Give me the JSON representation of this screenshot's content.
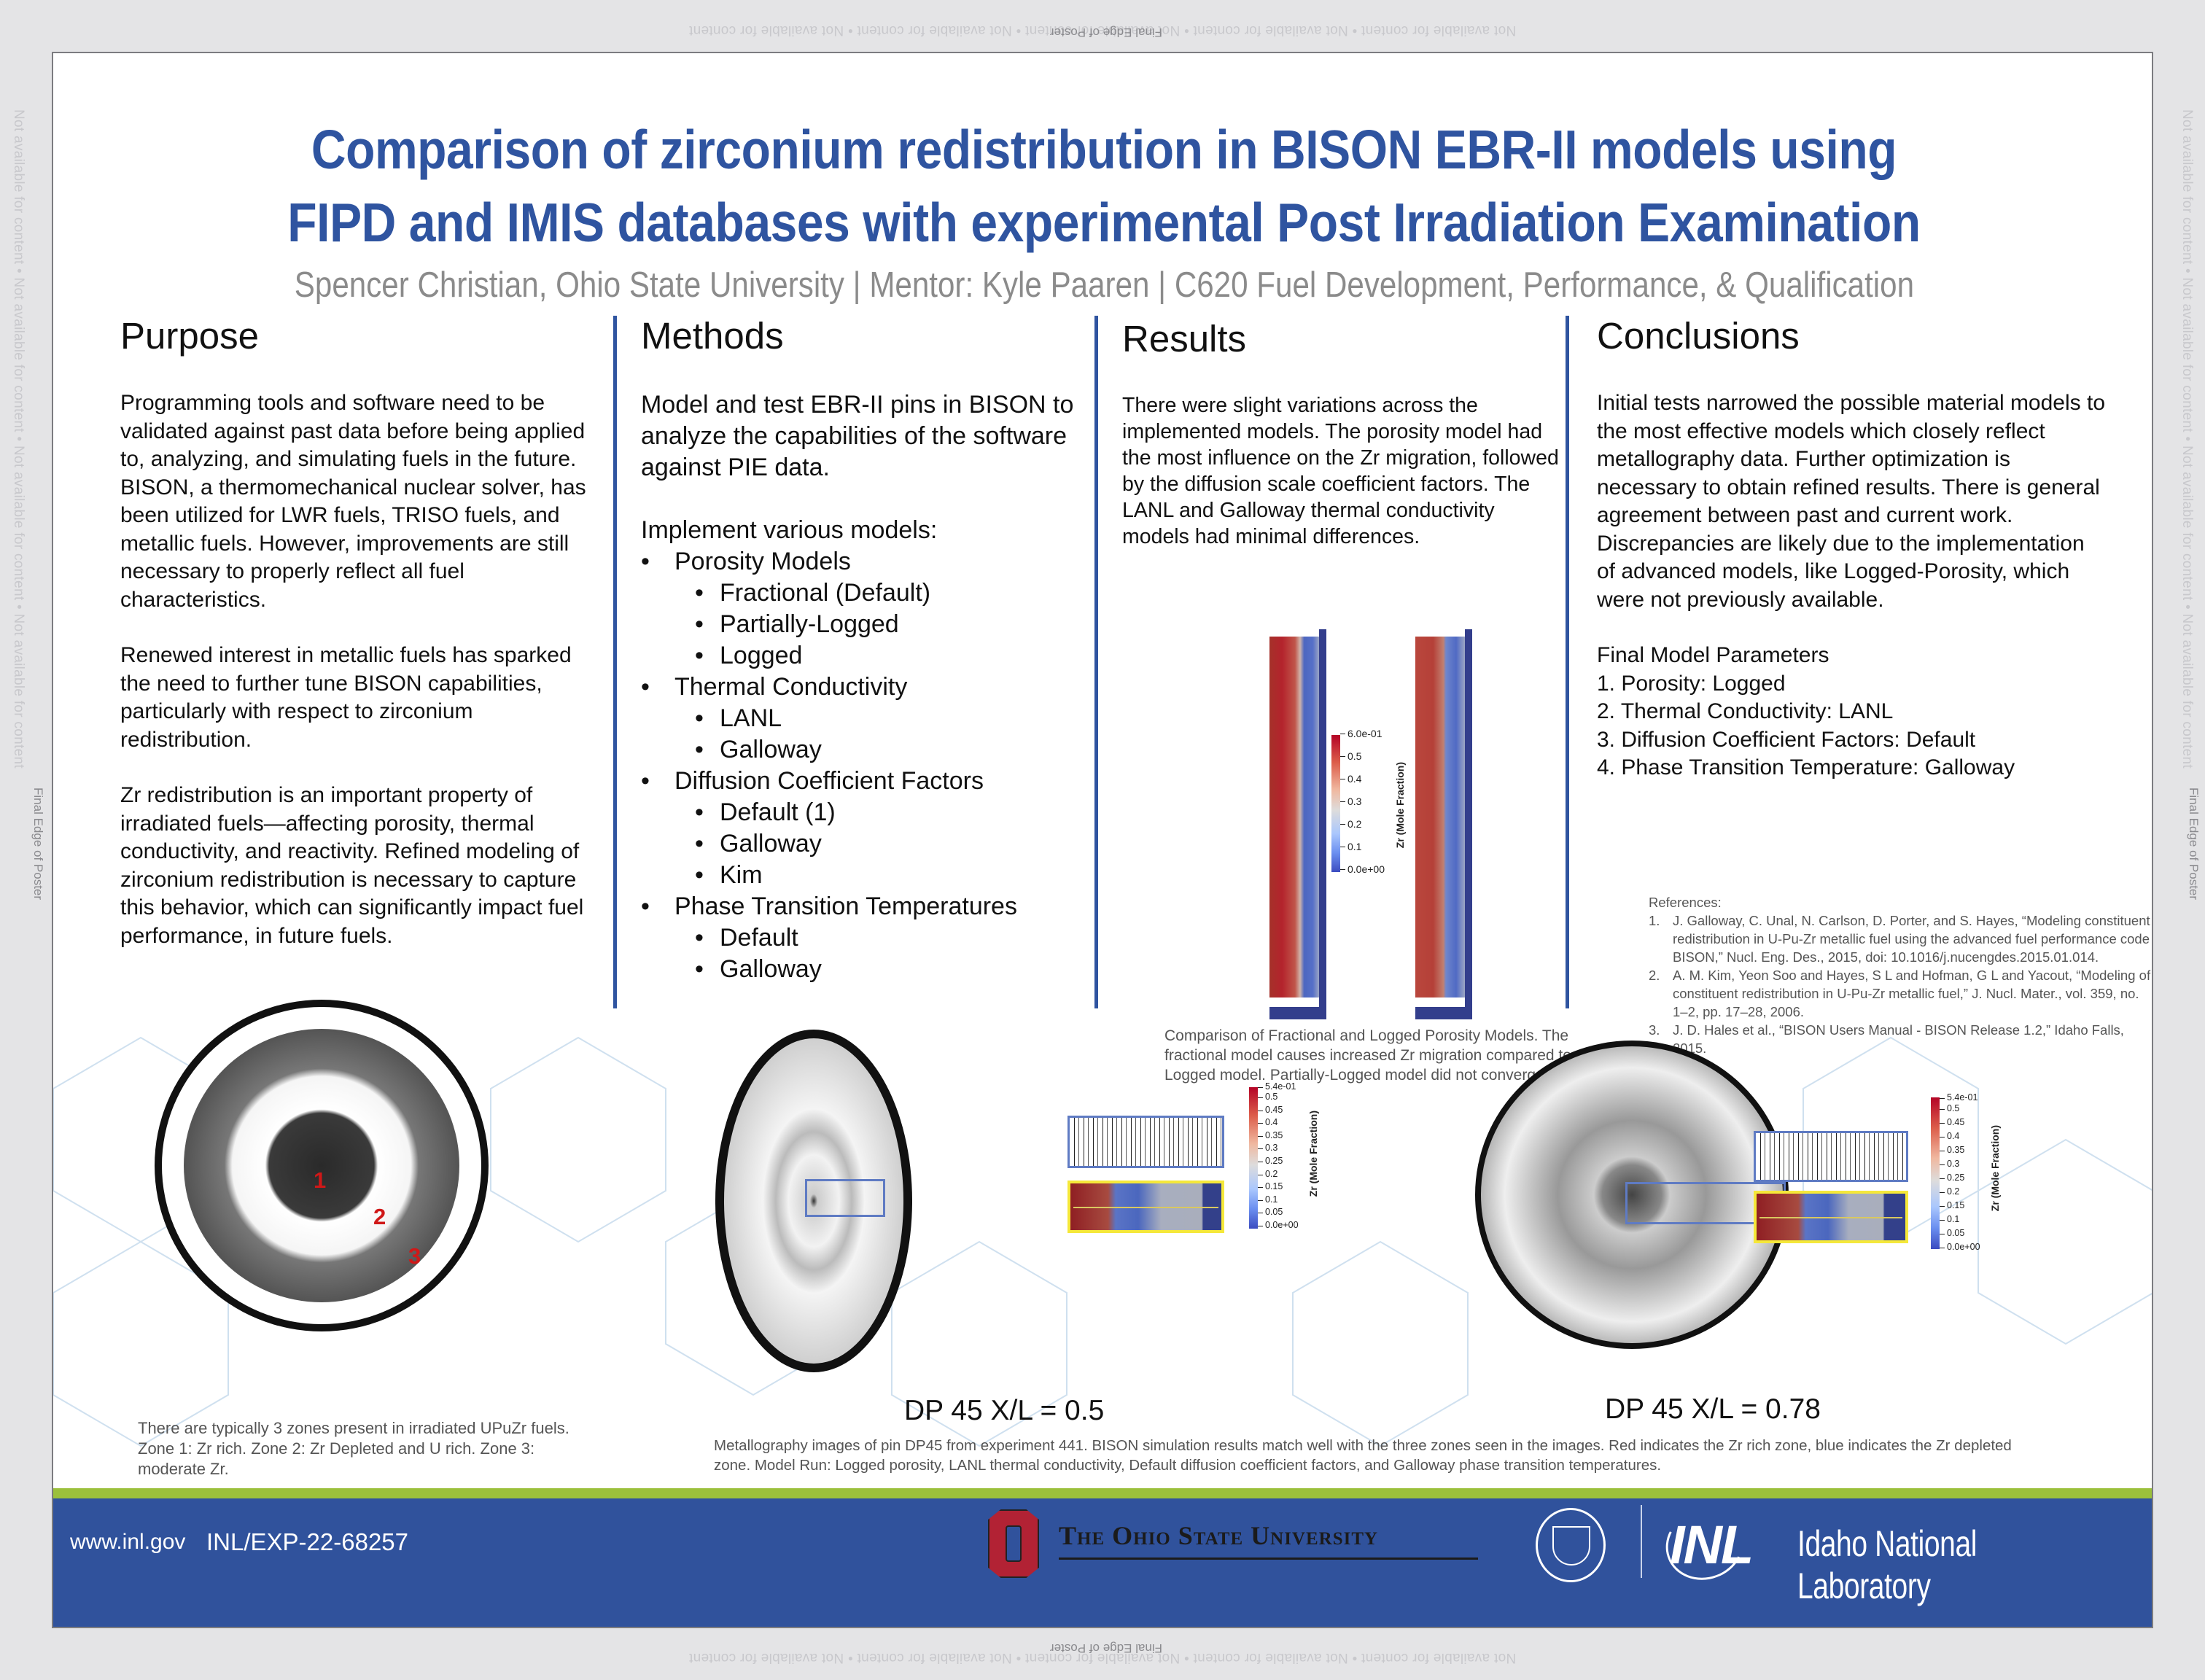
{
  "margins": {
    "restricted_text": "Not available for content  •  Not available for content  •  Not available for content  •  Not available for content  •  Not available for content",
    "restricted_text_side": "Not available for content  •  Not available for content  •  Not available for content  •  Not available for content",
    "edge_label": "Final Edge of Poster"
  },
  "header": {
    "title_line1": "Comparison of zirconium redistribution in BISON EBR-II models using",
    "title_line2": "FIPD and IMIS databases with experimental Post Irradiation Examination",
    "authors": "Spencer Christian, Ohio State University | Mentor: Kyle Paaren | C620 Fuel Development, Performance, & Qualification"
  },
  "purpose": {
    "heading": "Purpose",
    "paragraphs": [
      "Programming tools and software need to be validated against past data before being applied to, analyzing, and simulating fuels in the future. BISON, a thermomechanical nuclear solver, has been utilized for LWR fuels, TRISO fuels, and metallic fuels. However, improvements are still necessary to properly reflect all fuel characteristics.",
      "Renewed interest in metallic fuels has sparked the need to further tune BISON capabilities, particularly with respect to zirconium redistribution.",
      "Zr redistribution is an important property of irradiated fuels—affecting porosity, thermal conductivity, and reactivity. Refined modeling of zirconium redistribution is necessary to capture this behavior, which can significantly impact fuel performance, in future fuels."
    ]
  },
  "methods": {
    "heading": "Methods",
    "intro": "Model and test EBR-II pins in BISON to analyze the capabilities of the software against PIE data.",
    "list_title": "Implement various models:",
    "items": [
      {
        "level": 1,
        "label": "Porosity Models"
      },
      {
        "level": 2,
        "label": "Fractional (Default)"
      },
      {
        "level": 2,
        "label": "Partially-Logged"
      },
      {
        "level": 2,
        "label": "Logged"
      },
      {
        "level": 1,
        "label": "Thermal Conductivity"
      },
      {
        "level": 2,
        "label": "LANL"
      },
      {
        "level": 2,
        "label": "Galloway"
      },
      {
        "level": 1,
        "label": "Diffusion Coefficient Factors"
      },
      {
        "level": 2,
        "label": "Default (1)"
      },
      {
        "level": 2,
        "label": "Galloway"
      },
      {
        "level": 2,
        "label": "Kim"
      },
      {
        "level": 1,
        "label": "Phase Transition Temperatures"
      },
      {
        "level": 2,
        "label": "Default"
      },
      {
        "level": 2,
        "label": "Galloway"
      }
    ]
  },
  "results": {
    "heading": "Results",
    "text": "There were slight variations across the implemented models. The porosity model had the most influence on the Zr migration, followed by the diffusion scale coefficient factors. The LANL and Galloway thermal conductivity models had minimal differences.",
    "figure": {
      "colorbar_title": "Zr (Mole Fraction)",
      "colorbar_ticks": [
        "6.0e-01",
        "0.5",
        "0.4",
        "0.3",
        "0.2",
        "0.1",
        "0.0e+00"
      ],
      "caption": "Comparison of Fractional and Logged Porosity Models. The fractional model causes increased Zr migration compared to Logged model. Partially-Logged model did not converge."
    }
  },
  "conclusions": {
    "heading": "Conclusions",
    "text": "Initial tests narrowed the possible material models to the most effective models which closely reflect metallography data. Further optimization is necessary to obtain refined results. There is general agreement between past and current work. Discrepancies are likely due to the implementation of advanced models, like Logged-Porosity, which were not previously available.",
    "final_title": "Final Model Parameters",
    "final_params": [
      "1. Porosity: Logged",
      "2. Thermal Conductivity: LANL",
      "3. Diffusion Coefficient Factors: Default",
      "4. Phase Transition Temperature: Galloway"
    ]
  },
  "references": {
    "title": "References:",
    "items": [
      {
        "num": "1.",
        "text": "J. Galloway, C. Unal, N. Carlson, D. Porter, and S. Hayes, “Modeling constituent redistribution in U-Pu-Zr metallic fuel using the advanced fuel performance code BISON,” Nucl. Eng. Des., 2015, doi: 10.1016/j.nucengdes.2015.01.014."
      },
      {
        "num": "2.",
        "text": "A. M. Kim, Yeon Soo and Hayes, S L and Hofman, G L and Yacout, “Modeling of constituent redistribution in U-Pu-Zr metallic fuel,” J. Nucl. Mater., vol. 359, no. 1–2, pp. 17–28, 2006."
      },
      {
        "num": "3.",
        "text": "J. D. Hales et al., “BISON Users Manual - BISON Release 1.2,” Idaho Falls, 2015."
      }
    ]
  },
  "zones_figure": {
    "zone_labels": [
      "1",
      "2",
      "3"
    ],
    "caption": "There are typically 3 zones present in irradiated UPuZr fuels. Zone 1: Zr rich. Zone 2: Zr Depleted and U rich. Zone 3: moderate Zr."
  },
  "metallography": {
    "panels": [
      {
        "label": "DP 45 X/L = 0.5"
      },
      {
        "label": "DP 45 X/L = 0.78"
      }
    ],
    "colorbar_title": "Zr (Mole Fraction)",
    "colorbar_ticks": [
      "5.4e-01",
      "0.5",
      "0.45",
      "0.4",
      "0.35",
      "0.3",
      "0.25",
      "0.2",
      "0.15",
      "0.1",
      "0.05",
      "0.0e+00"
    ],
    "caption": "Metallography images of pin DP45 from experiment 441. BISON simulation results match well with the three zones seen in the images. Red indicates the Zr rich zone, blue indicates the Zr depleted zone. Model Run: Logged porosity, LANL thermal conductivity, Default diffusion coefficient factors, and Galloway phase transition temperatures."
  },
  "footer": {
    "url": "www.inl.gov",
    "doc_id": "INL/EXP-22-68257",
    "osu_name": "The Ohio State University",
    "inl_mark": "INL",
    "inl_name": "Idaho National Laboratory"
  },
  "colors": {
    "title_blue": "#2f54a0",
    "divider_blue": "#2f54a0",
    "footer_blue": "#30529c",
    "accent_green": "#9bc03b",
    "zone_red": "#d01818",
    "author_gray": "#8b8b8b"
  }
}
